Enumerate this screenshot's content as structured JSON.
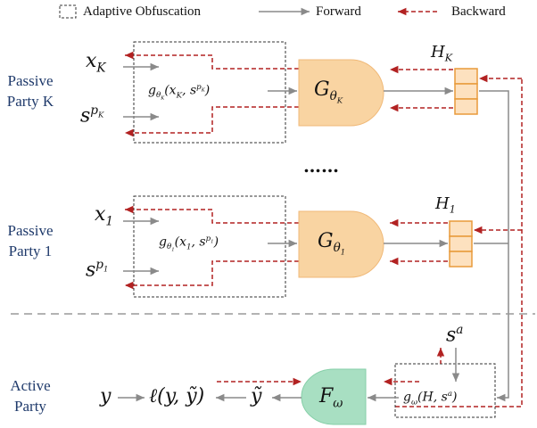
{
  "legend": {
    "obfuscation": "Adaptive Obfuscation",
    "forward": "Forward",
    "backward": "Backward"
  },
  "parties": {
    "passive_k": "Passive\nParty K",
    "passive_1": "Passive\nParty 1",
    "active": "Active\nParty"
  },
  "passive_k": {
    "x": "x",
    "x_sub": "K",
    "s": "s",
    "s_sup": "p",
    "s_sup_sub": "K",
    "g_label": "g_{θ_K}(x_K, s^{p_K})",
    "G_label": "G_{θ_K}",
    "H": "H",
    "H_sub": "K"
  },
  "passive_1": {
    "x": "x",
    "x_sub": "1",
    "s": "s",
    "s_sup": "p",
    "s_sup_sub": "1",
    "g_label": "g_{θ_1}(x_1, s^{p_1})",
    "G_label": "G_{θ_1}",
    "H": "H",
    "H_sub": "1"
  },
  "ellipsis": "……",
  "active": {
    "s": "s",
    "s_sup": "a",
    "g_label": "g_ω(H, s^a)",
    "F_label": "F_ω",
    "y": "y",
    "loss": "ℓ(y, ỹ)",
    "y_tilde": "ỹ"
  },
  "colors": {
    "forward": "#8a8a8a",
    "backward": "#b22222",
    "gate_fill": "#f9d4a2",
    "F_fill": "#a8dfc2",
    "party_text": "#1f3a6b",
    "stack_fill": "#fde1bf",
    "stack_border": "#e89a3a"
  }
}
